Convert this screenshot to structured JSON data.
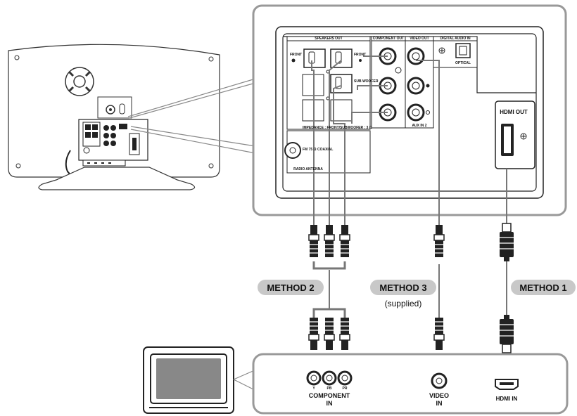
{
  "methods": [
    {
      "id": "method-1",
      "label": "METHOD 1",
      "note": ""
    },
    {
      "id": "method-2",
      "label": "METHOD 2",
      "note": ""
    },
    {
      "id": "method-3",
      "label": "METHOD 3",
      "note": "(supplied)"
    }
  ],
  "player_panel": {
    "speakers_out": "SPEAKERS OUT",
    "front_left": "FRONT",
    "front_right": "FRONT",
    "subwoofer": "SUB WOOFER",
    "impedance": "IMPEDANCE : FRONT/SUBWOOFER : 3 Ω",
    "component_out": "COMPONENT OUT",
    "video_out": "VIDEO OUT",
    "digital_audio_in": "DIGITAL AUDIO IN",
    "optical": "OPTICAL",
    "aux_in": "AUX IN 2",
    "fm_coaxial": "FM 75 Ω COAXIAL",
    "radio_antenna": "RADIO ANTENNA",
    "hdmi_out": "HDMI OUT"
  },
  "tv_panel": {
    "jack_y": "Y",
    "jack_pb": "PB",
    "jack_pr": "PR",
    "component_in_line1": "COMPONENT",
    "component_in_line2": "IN",
    "video_in_line1": "VIDEO",
    "video_in_line2": "IN",
    "hdmi_in": "HDMI IN"
  }
}
